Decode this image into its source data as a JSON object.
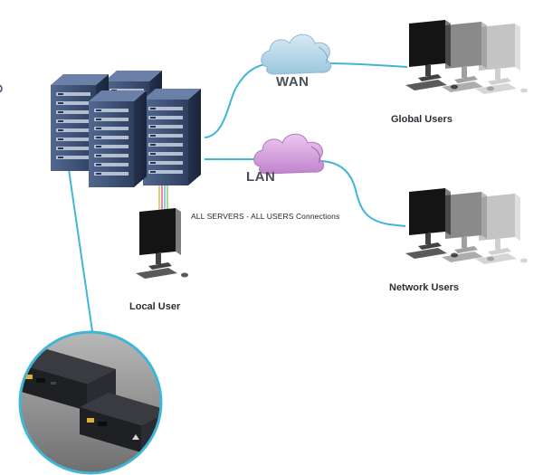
{
  "labels": {
    "wan": "WAN",
    "lan": "LAN",
    "global_users": "Global Users",
    "network_users": "Network Users",
    "local_user": "Local User",
    "connections": "ALL SERVERS - ALL USERS Connections"
  },
  "colors": {
    "link_line": "#3fb6d6",
    "wan_cloud": "#b9d9ea",
    "lan_cloud": "#d5a3dd",
    "server_body": "#3a4e74",
    "kvm_device": "#1f2024",
    "zoom_bg": "#8c8c8c",
    "kvm_cable_colors": [
      "#e0c34a",
      "#e36a9a",
      "#6cc0e6",
      "#9bd06a"
    ]
  },
  "icons": {
    "servers": "server-rack-cluster-icon",
    "wan": "wan-cloud-icon",
    "lan": "lan-cloud-icon",
    "global_users": "workstation-group-icon",
    "network_users": "workstation-group-icon",
    "local_user": "workstation-icon",
    "kvm_zoom": "kvm-extender-device-icon"
  }
}
